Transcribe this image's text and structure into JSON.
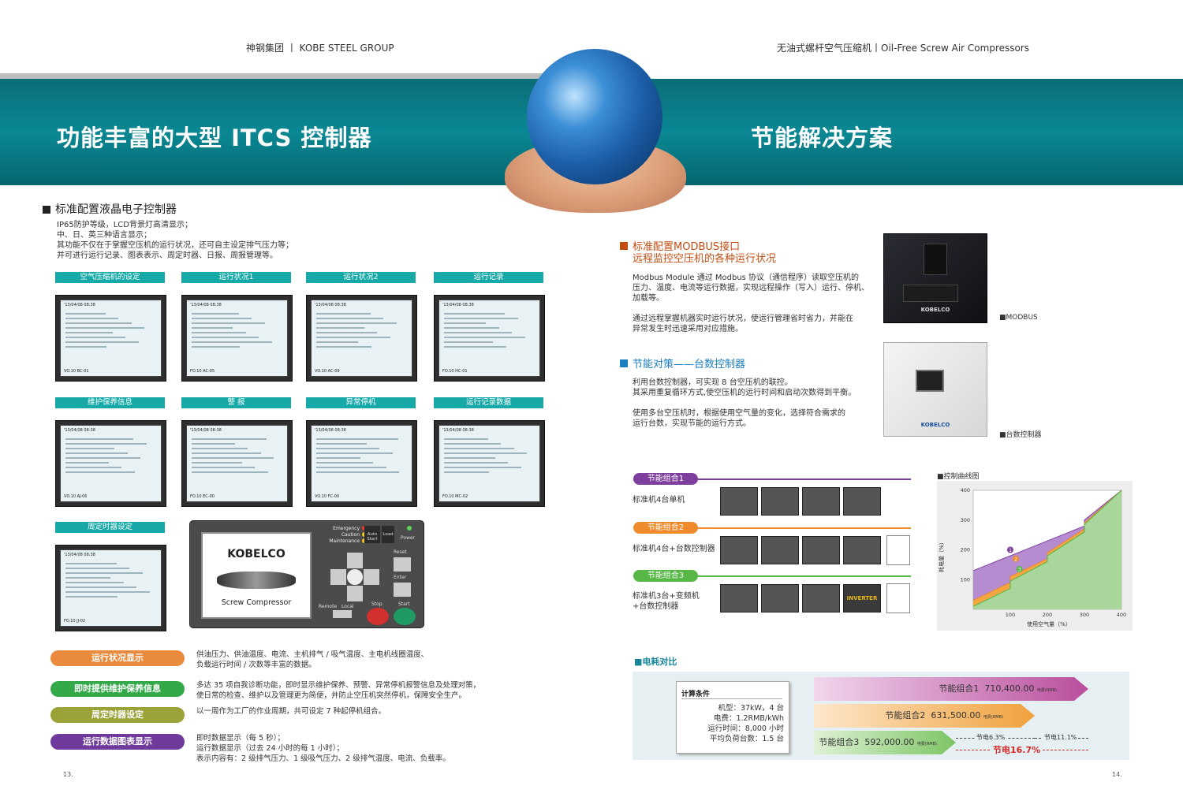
{
  "header": {
    "left": "神钢集团 丨 KOBE STEEL GROUP",
    "right": "无油式螺杆空气压缩机丨Oil-Free Screw Air Compressors"
  },
  "banner": {
    "left_title": "功能丰富的大型 ITCS 控制器",
    "right_title": "节能解决方案"
  },
  "left": {
    "section_title": "标准配置液晶电子控制器",
    "intro": [
      "IP65防护等级，LCD背景灯高清显示；",
      "中、日、英三种语言显示；",
      "其功能不仅在于掌握空压机的运行状况，还可自主设定排气压力等；",
      "并可进行运行记录、图表表示、周定时器、日报、周报管理等。"
    ],
    "screens": [
      {
        "label": "空气压缩机的设定",
        "id": "VO.10 BC-01"
      },
      {
        "label": "运行状况1",
        "id": "FO.10 AC-05"
      },
      {
        "label": "运行状况2",
        "id": "VO.10 AC-09"
      },
      {
        "label": "运行记录",
        "id": "FO.10 HC-01"
      },
      {
        "label": "维护保养信息",
        "id": "VO.10 AJ-06"
      },
      {
        "label": "警 报",
        "id": "FO.10 EC-00"
      },
      {
        "label": "异常停机",
        "id": "VO.10 FC-00"
      },
      {
        "label": "运行记录数据",
        "id": "FO.10 MC-02"
      },
      {
        "label": "周定时器设定",
        "id": "FO.10 JJ-02"
      }
    ],
    "screen_time": "'13/04/08 08:38",
    "panel": {
      "brand": "KOBELCO",
      "caption": "Screw Compressor",
      "emergency": "Emergency",
      "caution": "Caution",
      "maintenance": "Maintenance",
      "auto_start": "Auto Start",
      "load": "Load",
      "power": "Power",
      "reset": "Reset",
      "enter": "Enter",
      "remote": "Remote",
      "local": "Local",
      "stop": "Stop",
      "start": "Start"
    },
    "features": [
      {
        "label": "运行状况显示",
        "color": "#ea8a3c",
        "text": [
          "供油压力、供油温度、电流、主机排气 / 吸气温度、主电机线圈温度、",
          "负载运行时间 / 次数等丰富的数据。"
        ]
      },
      {
        "label": "即时提供维护保养信息",
        "color": "#34a94a",
        "text": [
          "多达 35 项自我诊断功能，即时显示维护保养、预警、异常停机报警信息及处理对策，",
          "使日常的检查、维护以及管理更为简便，并防止空压机突然停机，保障安全生产。"
        ]
      },
      {
        "label": "周定时器设定",
        "color": "#9aa238",
        "text": [
          "以一周作为工厂的作业周期，共可设定 7 种起停机组合。"
        ]
      },
      {
        "label": "运行数据图表显示",
        "color": "#6f3a9b",
        "text": [
          "即时数据显示（每 5 秒）；",
          "运行数据显示（过去 24 小时的每 1 小时）；",
          "表示内容有：2 级排气压力、1 级吸气压力、2 级排气温度、电流、负载率。"
        ]
      }
    ],
    "page_number": "13."
  },
  "right": {
    "modbus_title": [
      "标准配置MODBUS接口",
      "远程监控空压机的各种运行状况"
    ],
    "modbus_text": [
      "Modbus Module 通过 Modbus 协议（通信程序）读取空压机的",
      "压力、温度、电流等运行数据，实现远程操作（写入）运行、停机、",
      "加载等。",
      "",
      "通过远程掌握机器实时运行状况，使运行管理省时省力，并能在",
      "异常发生时迅速采用对应措施。"
    ],
    "modbus_caption": "■MODBUS",
    "ctrl_title": "节能对策——台数控制器",
    "ctrl_text": [
      "利用台数控制器，可实现 8 台空压机的联控。",
      "其采用重复循环方式,使空压机的运行时间和启动次数得到平衡。",
      "",
      "使用多台空压机时，根据使用空气量的变化，选择符合需求的",
      "运行台数，实现节能的运行方式。"
    ],
    "ctrl_caption": "■台数控制器",
    "combos": [
      {
        "tag": "节能组合1",
        "color": "#7d3e9e",
        "desc": [
          "标准机4台单机"
        ]
      },
      {
        "tag": "节能组合2",
        "color": "#ef8a2d",
        "desc": [
          "标准机4台+台数控制器"
        ]
      },
      {
        "tag": "节能组合3",
        "color": "#56b747",
        "desc": [
          "标准机3台+变频机",
          "+台数控制器"
        ]
      }
    ],
    "inverter_label": "INVERTER",
    "curve_caption": "■控制曲线图",
    "compare_title": "■电耗对比",
    "calc": {
      "title": "计算条件",
      "lines": [
        "机型：37kW，4 台",
        "电费：1.2RMB/kWh",
        "运行时间：8,000 小时",
        "平均负荷台数：1.5 台"
      ]
    },
    "bars": [
      {
        "label": "节能组合1",
        "value": "710,400.00",
        "unit": "电费(RMB)"
      },
      {
        "label": "节能组合2",
        "value": "631,500.00",
        "unit": "电费(RMB)"
      },
      {
        "label": "节能组合3",
        "value": "592,000.00",
        "unit": "电费(RMB)"
      }
    ],
    "savings": {
      "s1": "节电6.3%",
      "s2": "节电11.1%",
      "total": "节电16.7%"
    },
    "page_number": "14."
  },
  "chart_data": {
    "type": "area",
    "title": "",
    "xlabel": "使用空气量（%）",
    "ylabel": "耗电量（%）",
    "xlim": [
      0,
      400
    ],
    "ylim": [
      0,
      400
    ],
    "xticks": [
      100,
      200,
      300,
      400
    ],
    "yticks": [
      100,
      200,
      300,
      400
    ],
    "series": [
      {
        "name": "1",
        "color": "#b58ccf",
        "x": [
          0,
          100,
          100,
          200,
          200,
          300,
          300,
          400
        ],
        "y": [
          130,
          180,
          180,
          230,
          230,
          280,
          300,
          400
        ]
      },
      {
        "name": "2",
        "color": "#f4a640",
        "x": [
          0,
          100,
          100,
          200,
          200,
          300,
          300,
          400
        ],
        "y": [
          30,
          90,
          110,
          170,
          190,
          270,
          290,
          400
        ]
      },
      {
        "name": "3",
        "color": "#a9d69a",
        "x": [
          0,
          100,
          100,
          200,
          200,
          300,
          300,
          400
        ],
        "y": [
          10,
          70,
          95,
          160,
          180,
          260,
          285,
          400
        ]
      }
    ]
  }
}
